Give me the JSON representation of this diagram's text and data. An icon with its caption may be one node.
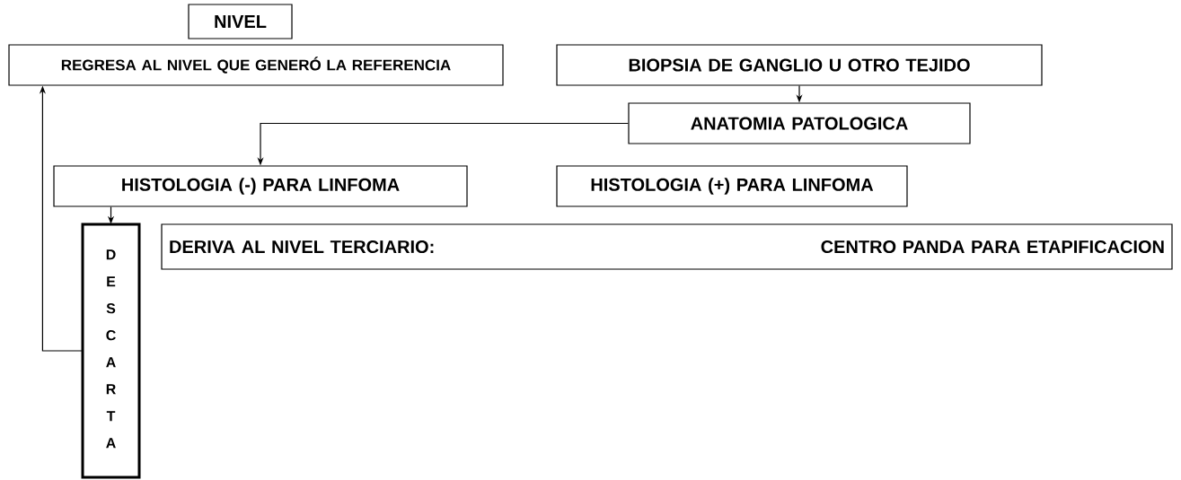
{
  "diagram": {
    "nodes": [
      {
        "text": [
          "NIVEL"
        ]
      },
      {
        "text": [
          "REGRESA AL NIVEL QUE GENERÓ LA REFERENCIA"
        ]
      },
      {
        "text": [
          "BIOPSIA DE GANGLIO U OTRO TEJIDO"
        ]
      },
      {
        "text": [
          "ANATOMIA PATOLOGICA"
        ]
      },
      {
        "text": [
          "HISTOLOGIA (-) PARA LINFOMA"
        ]
      },
      {
        "text": [
          "HISTOLOGIA (+) PARA LINFOMA"
        ]
      },
      {
        "text": [
          "DERIVA AL NIVEL TERCIARIO:",
          "CENTRO PANDA PARA ETAPIFICACION"
        ]
      },
      {
        "text": [
          "DESCARTA"
        ]
      }
    ],
    "edges": [
      {
        "from": 2,
        "to": 3,
        "arrow": "to"
      },
      {
        "from": 3,
        "to": 4,
        "arrow": "to"
      },
      {
        "from": 4,
        "to": 7,
        "arrow": "to"
      },
      {
        "from": 7,
        "to": 1,
        "arrow": "to"
      }
    ]
  }
}
